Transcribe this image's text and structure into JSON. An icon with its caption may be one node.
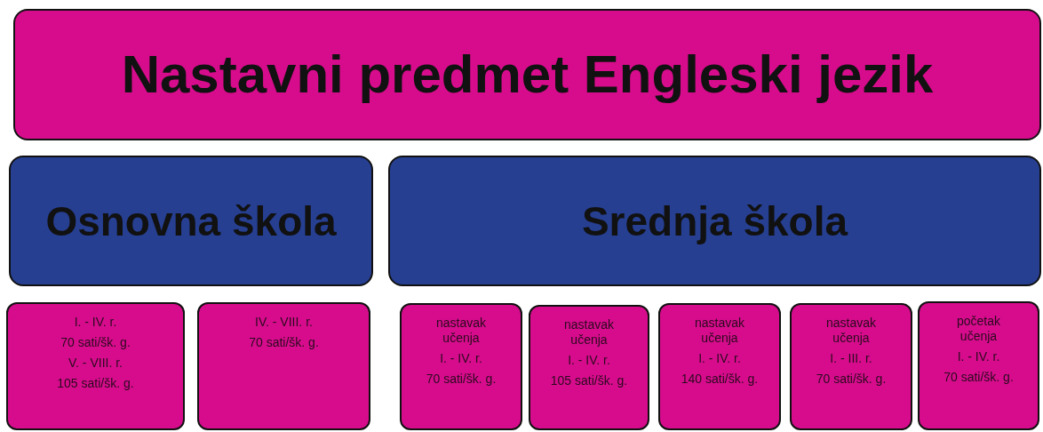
{
  "diagram": {
    "nodes": [
      {
        "text": [
          "Nastavni predmet Engleski jezik"
        ]
      },
      {
        "text": [
          "Osnovna škola"
        ]
      },
      {
        "text": [
          "Srednja škola"
        ]
      },
      {
        "text": [
          "I. - IV. r.",
          "70 sati/šk. g.",
          "V. - VIII. r.",
          "105 sati/šk. g."
        ]
      },
      {
        "text": [
          "IV. - VIII. r.",
          "70 sati/šk. g."
        ]
      },
      {
        "text": [
          "nastavak učenja",
          "I. - IV. r.",
          "70 sati/šk. g."
        ]
      },
      {
        "text": [
          "nastavak učenja",
          "I. - IV. r.",
          "105 sati/šk. g."
        ]
      },
      {
        "text": [
          "nastavak učenja",
          "I. - IV. r.",
          "140 sati/šk. g."
        ]
      },
      {
        "text": [
          "nastavak učenja",
          "I. - III. r.",
          "70 sati/šk. g."
        ]
      },
      {
        "text": [
          "početak učenja",
          "I. - IV. r.",
          "70 sati/šk. g."
        ]
      }
    ]
  }
}
